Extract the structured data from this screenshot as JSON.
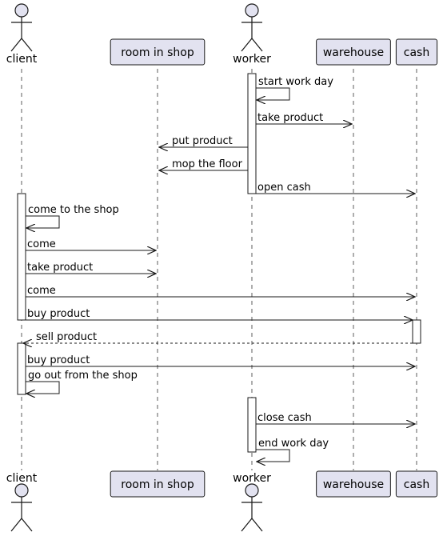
{
  "colors": {
    "participant_fill": "#e2e2f0",
    "participant_stroke": "#181818",
    "activation_fill": "#ffffff",
    "line": "#181818",
    "lifeline": "#181818"
  },
  "participants": [
    {
      "id": "client",
      "label": "client",
      "kind": "actor"
    },
    {
      "id": "room",
      "label": "room in shop",
      "kind": "box"
    },
    {
      "id": "worker",
      "label": "worker",
      "kind": "actor"
    },
    {
      "id": "warehouse",
      "label": "warehouse",
      "kind": "box"
    },
    {
      "id": "cash",
      "label": "cash",
      "kind": "box"
    }
  ],
  "messages": [
    {
      "from": "worker",
      "to": "worker",
      "label": "start work day",
      "style": "solid"
    },
    {
      "from": "worker",
      "to": "warehouse",
      "label": "take product",
      "style": "solid"
    },
    {
      "from": "worker",
      "to": "room",
      "label": "put product",
      "style": "solid"
    },
    {
      "from": "worker",
      "to": "room",
      "label": "mop the floor",
      "style": "solid"
    },
    {
      "from": "worker",
      "to": "cash",
      "label": "open cash",
      "style": "solid"
    },
    {
      "from": "client",
      "to": "client",
      "label": "come to the shop",
      "style": "solid"
    },
    {
      "from": "client",
      "to": "room",
      "label": "come",
      "style": "solid"
    },
    {
      "from": "client",
      "to": "room",
      "label": "take product",
      "style": "solid"
    },
    {
      "from": "client",
      "to": "cash",
      "label": "come",
      "style": "solid"
    },
    {
      "from": "client",
      "to": "cash",
      "label": "buy product",
      "style": "solid"
    },
    {
      "from": "cash",
      "to": "client",
      "label": "sell product",
      "style": "dashed"
    },
    {
      "from": "client",
      "to": "cash",
      "label": "buy product",
      "style": "solid"
    },
    {
      "from": "client",
      "to": "client",
      "label": "go out from the shop",
      "style": "solid"
    },
    {
      "from": "worker",
      "to": "cash",
      "label": "close cash",
      "style": "solid"
    },
    {
      "from": "worker",
      "to": "worker",
      "label": "end work day",
      "style": "solid"
    }
  ]
}
